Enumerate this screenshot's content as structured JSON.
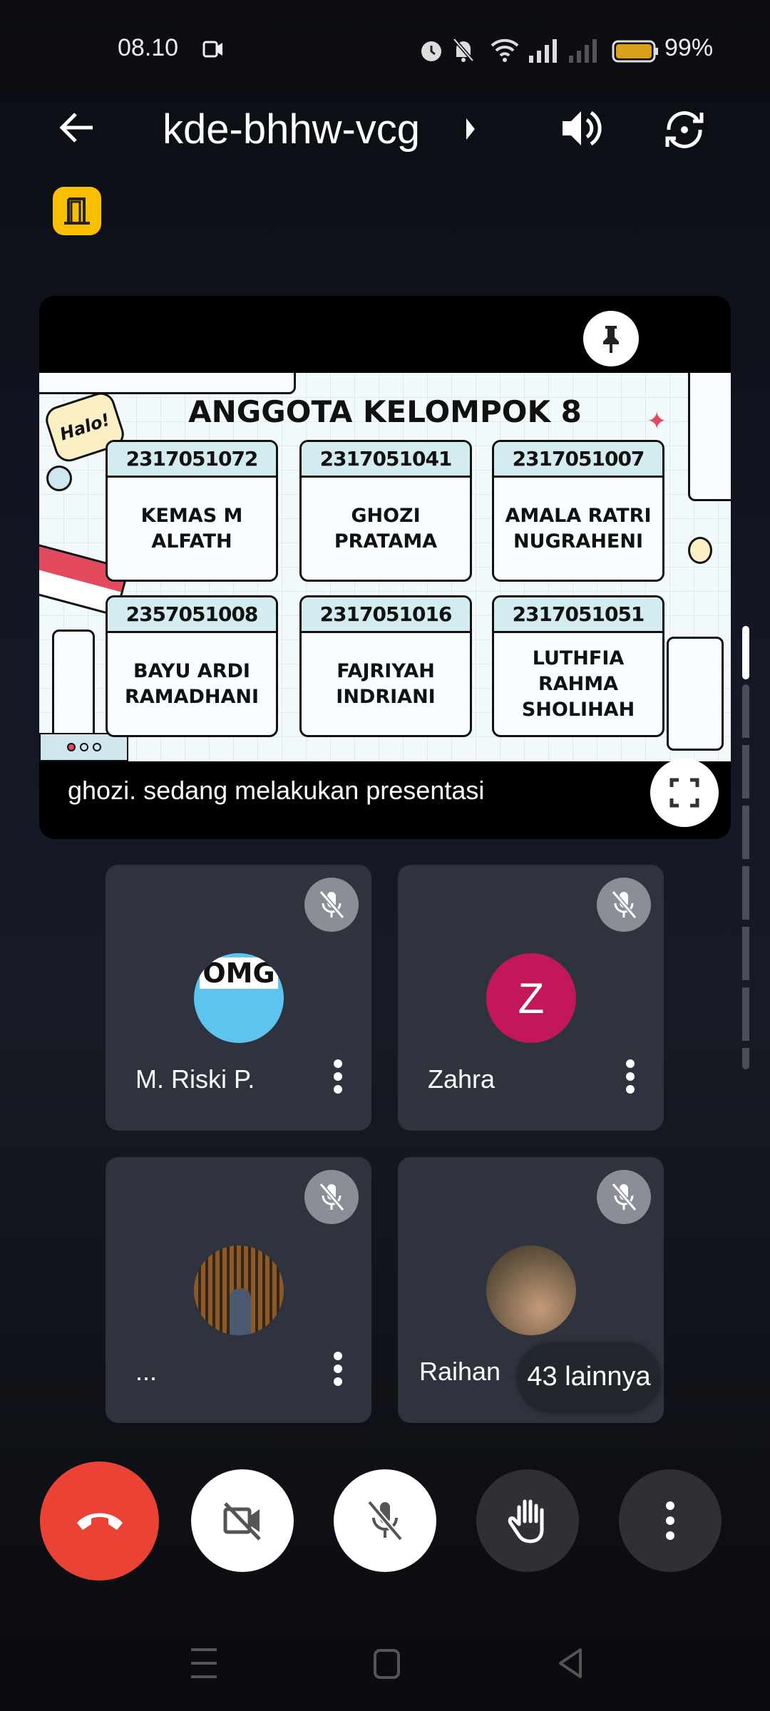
{
  "status_bar": {
    "time": "08.10",
    "battery": "99%",
    "icons": [
      "video-record-icon",
      "alarm-icon",
      "bell-off-icon",
      "wifi-icon",
      "signal-icon",
      "signal-nosim-icon",
      "battery-icon"
    ]
  },
  "header": {
    "meeting_code": "kde-bhhw-vcg",
    "icons": [
      "back-arrow-icon",
      "chevron-right-icon",
      "speaker-icon",
      "switch-camera-icon",
      "door-icon"
    ]
  },
  "presentation": {
    "slide_title": "ANGGOTA KELOMPOK 8",
    "sticker": "Halo!",
    "members": [
      {
        "id": "2317051072",
        "name": "KEMAS M\nALFATH"
      },
      {
        "id": "2317051041",
        "name": "GHOZI\nPRATAMA"
      },
      {
        "id": "2317051007",
        "name": "AMALA RATRI\nNUGRAHENI"
      },
      {
        "id": "2357051008",
        "name": "BAYU ARDI\nRAMADHANI"
      },
      {
        "id": "2317051016",
        "name": "FAJRIYAH\nINDRIANI"
      },
      {
        "id": "2317051051",
        "name": "LUTHFIA\nRAHMA\nSHOLIHAH"
      }
    ],
    "caption": "ghozi. sedang melakukan presentasi"
  },
  "participants": [
    {
      "name": "M. Riski P.",
      "avatar": "OMG",
      "muted": true
    },
    {
      "name": "Zahra",
      "avatar": "Z",
      "avatar_color": "#c2185b",
      "muted": true
    },
    {
      "name": "...",
      "muted": true
    },
    {
      "name": "Raihan",
      "muted": true
    }
  ],
  "more_participants": "43 lainnya",
  "controls": {
    "end_color": "#ea4335"
  }
}
